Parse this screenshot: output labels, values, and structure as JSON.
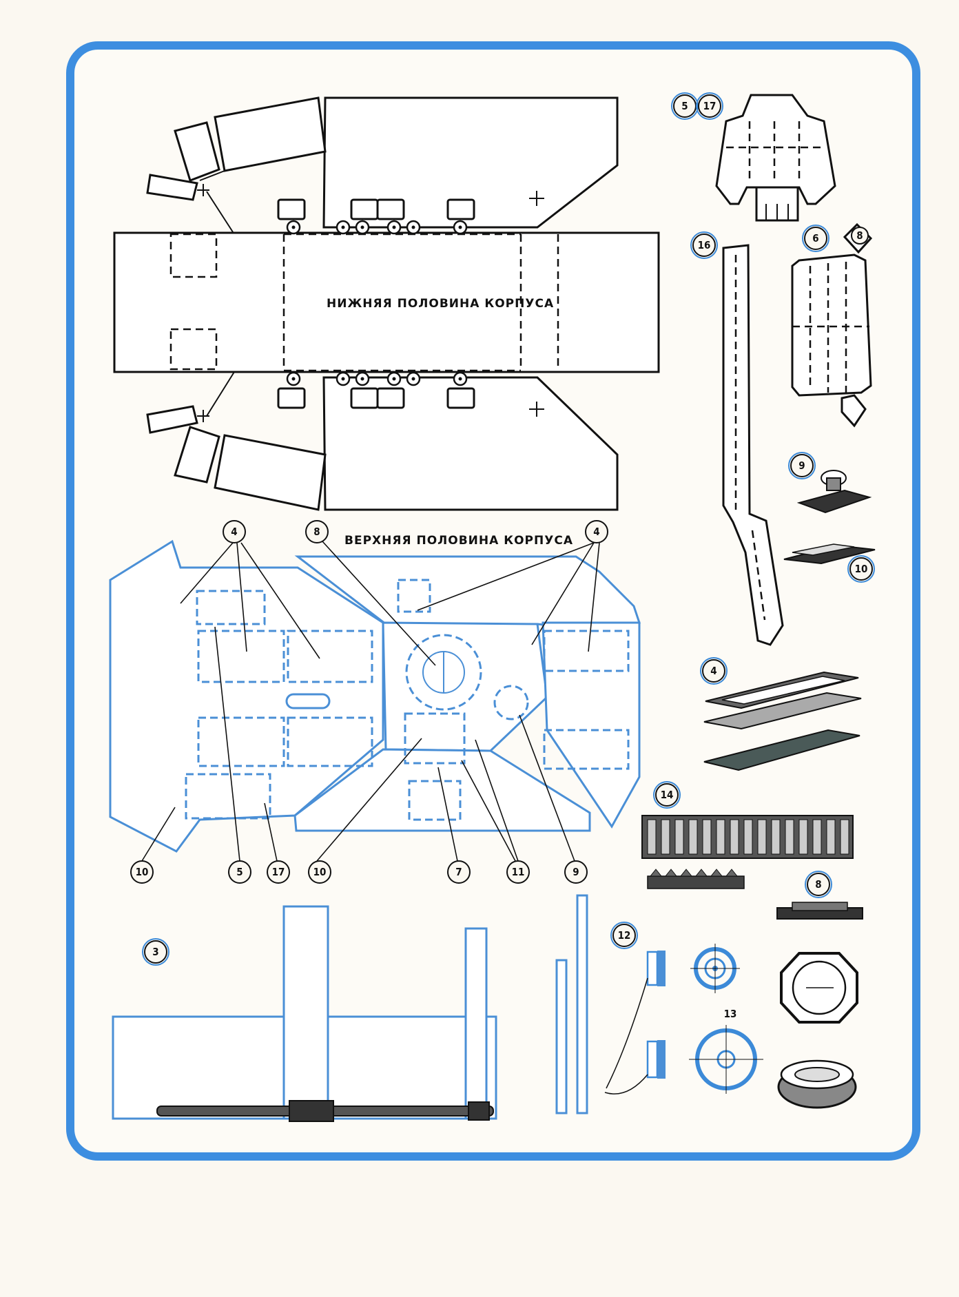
{
  "labels": {
    "lower_hull": "НИЖНЯЯ ПОЛОВИНА КОРПУСА",
    "upper_hull": "ВЕРХНЯЯ ПОЛОВИНА КОРПУСА"
  },
  "part_numbers": {
    "p5": "5",
    "p17": "17",
    "p16": "16",
    "p6": "6",
    "p8_small": "8",
    "p9": "9",
    "p10": "10",
    "p4": "4",
    "p14": "14",
    "p8": "8",
    "p12": "12",
    "p13": "13",
    "p3": "3",
    "up4a": "4",
    "up8": "8",
    "up4b": "4",
    "b10a": "10",
    "b5": "5",
    "b17": "17",
    "b10b": "10",
    "b7": "7",
    "b11": "11",
    "b9": "9"
  },
  "colors": {
    "frame_blue": "#3d8ee0",
    "line_blue": "#4a8fd6",
    "ink": "#111111",
    "paper": "#fbf8f1"
  }
}
